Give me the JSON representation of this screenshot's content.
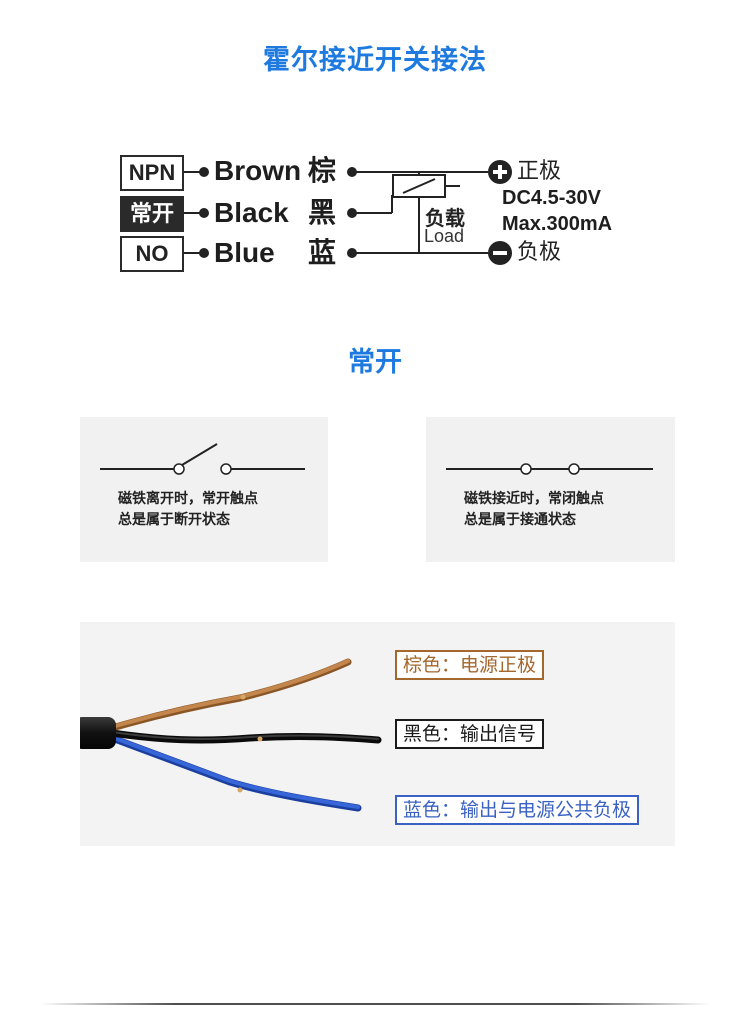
{
  "title": "霍尔接近开关接法",
  "wiring": {
    "boxes": [
      "NPN",
      "常开",
      "NO"
    ],
    "wires": [
      {
        "en": "Brown",
        "cn": "棕"
      },
      {
        "en": "Black",
        "cn": "黑"
      },
      {
        "en": "Blue",
        "cn": "蓝"
      }
    ],
    "positive": "正极",
    "negative": "负极",
    "load_cn": "负载",
    "load_en": "Load",
    "voltage": "DC4.5-30V",
    "current": "Max.300mA"
  },
  "subtitle": "常开",
  "panels": [
    {
      "line1": "磁铁离开时，常开触点",
      "line2": "总是属于断开状态"
    },
    {
      "line1": "磁铁接近时，常闭触点",
      "line2": "总是属于接通状态"
    }
  ],
  "wire_tags": {
    "brown": "棕色：电源正极",
    "black": "黑色：输出信号",
    "blue": "蓝色：输出与电源公共负极"
  },
  "colors": {
    "title": "#1f7ae0",
    "brown_wire": "#b5763e",
    "blue_wire": "#2a5fd0",
    "brown_tag": "#a4672d",
    "blue_tag": "#3a62c4"
  }
}
